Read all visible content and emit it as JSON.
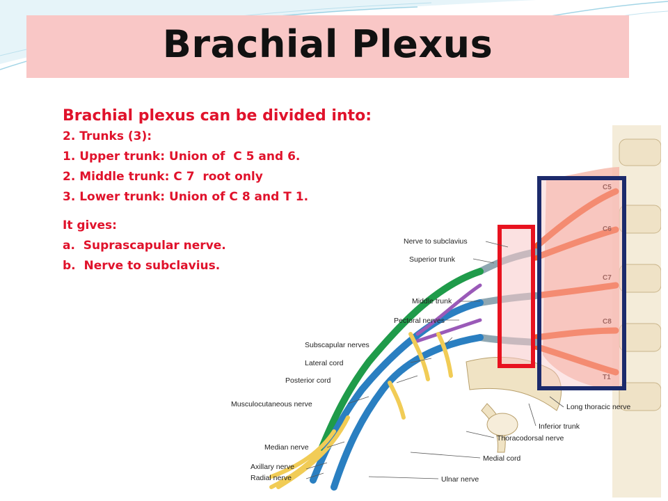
{
  "title": "Brachial Plexus",
  "text": {
    "heading": "Brachial plexus can be divided into:",
    "lines": [
      "2. Trunks (3):",
      "1. Upper trunk: Union of  C 5 and 6.",
      "2. Middle trunk: C 7  root only",
      "3. Lower trunk: Union of C 8 and T 1."
    ],
    "gives_heading": "It gives:",
    "gives": [
      "a.  Suprascapular nerve.",
      "b.  Nerve to subclavius."
    ]
  },
  "diagram": {
    "roots": [
      "C5",
      "C6",
      "C7",
      "C8",
      "T1"
    ],
    "left_labels": [
      "Nerve to subclavius",
      "Superior trunk",
      "Middle trunk",
      "Pectoral nerves",
      "Subscapular nerves",
      "Lateral cord",
      "Posterior cord",
      "Musculocutaneous nerve",
      "Median nerve",
      "Axillary nerve",
      "Radial nerve"
    ],
    "right_labels": [
      "Long thoracic nerve",
      "Inferior trunk",
      "Thoracodorsal nerve",
      "Medial cord",
      "Ulnar nerve"
    ],
    "highlight_colors": {
      "trunks_box": "#e8121f",
      "roots_box": "#1c2a6b"
    },
    "nerve_colors": {
      "lateral": "#1f9b4a",
      "posterior": "#2a7fc1",
      "medial": "#9a5ab8",
      "terminal": "#f1cc56",
      "roots": "#f0592a"
    }
  }
}
